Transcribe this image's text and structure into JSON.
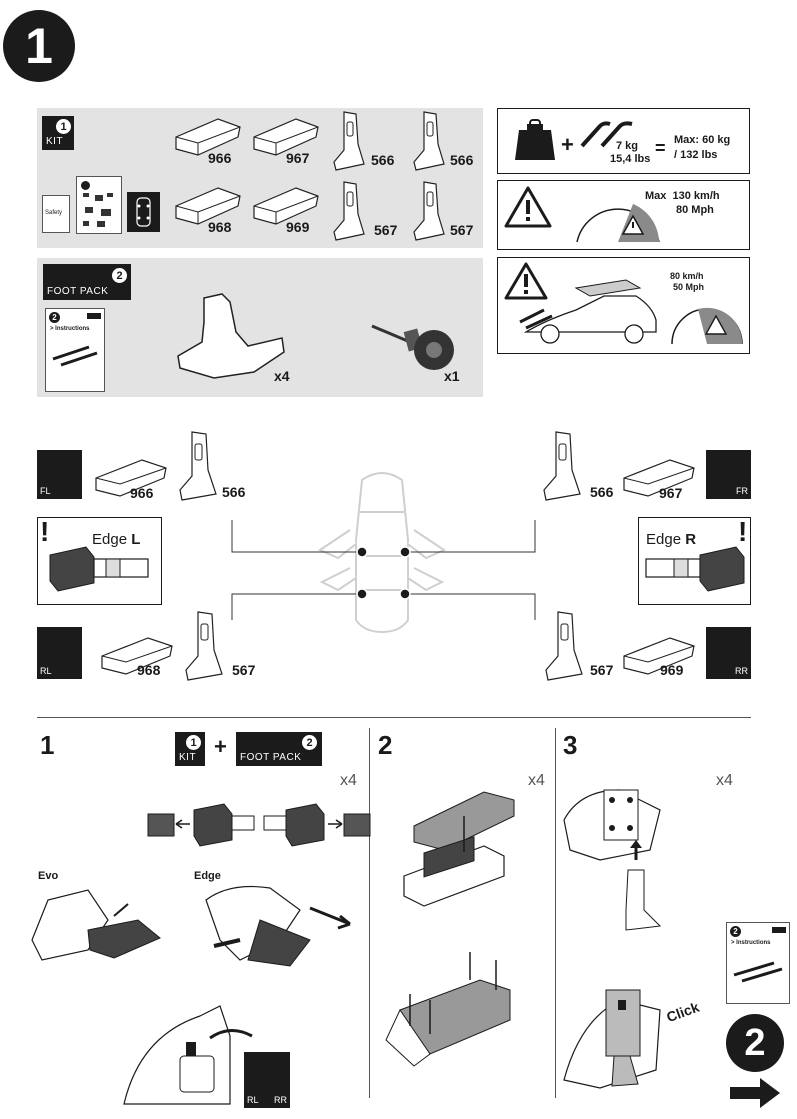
{
  "page_number": "1",
  "kit": {
    "badge": "1",
    "label": "KIT",
    "safety_label": "Safety",
    "pads": [
      "966",
      "967",
      "968",
      "969"
    ],
    "feet_top": [
      "566",
      "566"
    ],
    "feet_bottom": [
      "567",
      "567"
    ]
  },
  "warnings": {
    "load_bar": "7 kg",
    "load_bar_lbs": "15,4 lbs",
    "max_load": "Max: 60 kg",
    "max_load_lbs": "/ 132 lbs",
    "speed_max": "Max  130 km/h",
    "speed_mph": "80 Mph",
    "speed_load_kmh": "80 km/h",
    "speed_load_mph": "50 Mph"
  },
  "foot_pack": {
    "badge": "2",
    "label": "FOOT PACK",
    "booklet_badge": "2",
    "booklet_text": "> Instructions",
    "foot_qty": "x4",
    "tool_qty": "x1"
  },
  "positions": {
    "fl": {
      "corner": "FL",
      "pad": "966",
      "foot": "566"
    },
    "fr": {
      "corner": "FR",
      "pad": "967",
      "foot": "566"
    },
    "rl": {
      "corner": "RL",
      "pad": "968",
      "foot": "567"
    },
    "rr": {
      "corner": "RR",
      "pad": "969",
      "foot": "567"
    },
    "edge_left": "Edge",
    "edge_left_side": "L",
    "edge_right": "Edge",
    "edge_right_side": "R",
    "exclaim": "!"
  },
  "steps": {
    "s1": {
      "num": "1",
      "qty": "x4",
      "kit_badge": "1",
      "kit_label": "KIT",
      "plus": "+",
      "pack_badge": "2",
      "pack_label": "FOOT PACK",
      "evo": "Evo",
      "edge": "Edge",
      "rl": "RL",
      "rr": "RR"
    },
    "s2": {
      "num": "2",
      "qty": "x4"
    },
    "s3": {
      "num": "3",
      "qty": "x4",
      "click": "Click",
      "booklet_badge": "2",
      "booklet_text": "> Instructions"
    },
    "next_badge": "2"
  },
  "colors": {
    "dark": "#1b1b1b",
    "panel": "#e3e3e3",
    "warn_grey": "#8a8a8a"
  }
}
